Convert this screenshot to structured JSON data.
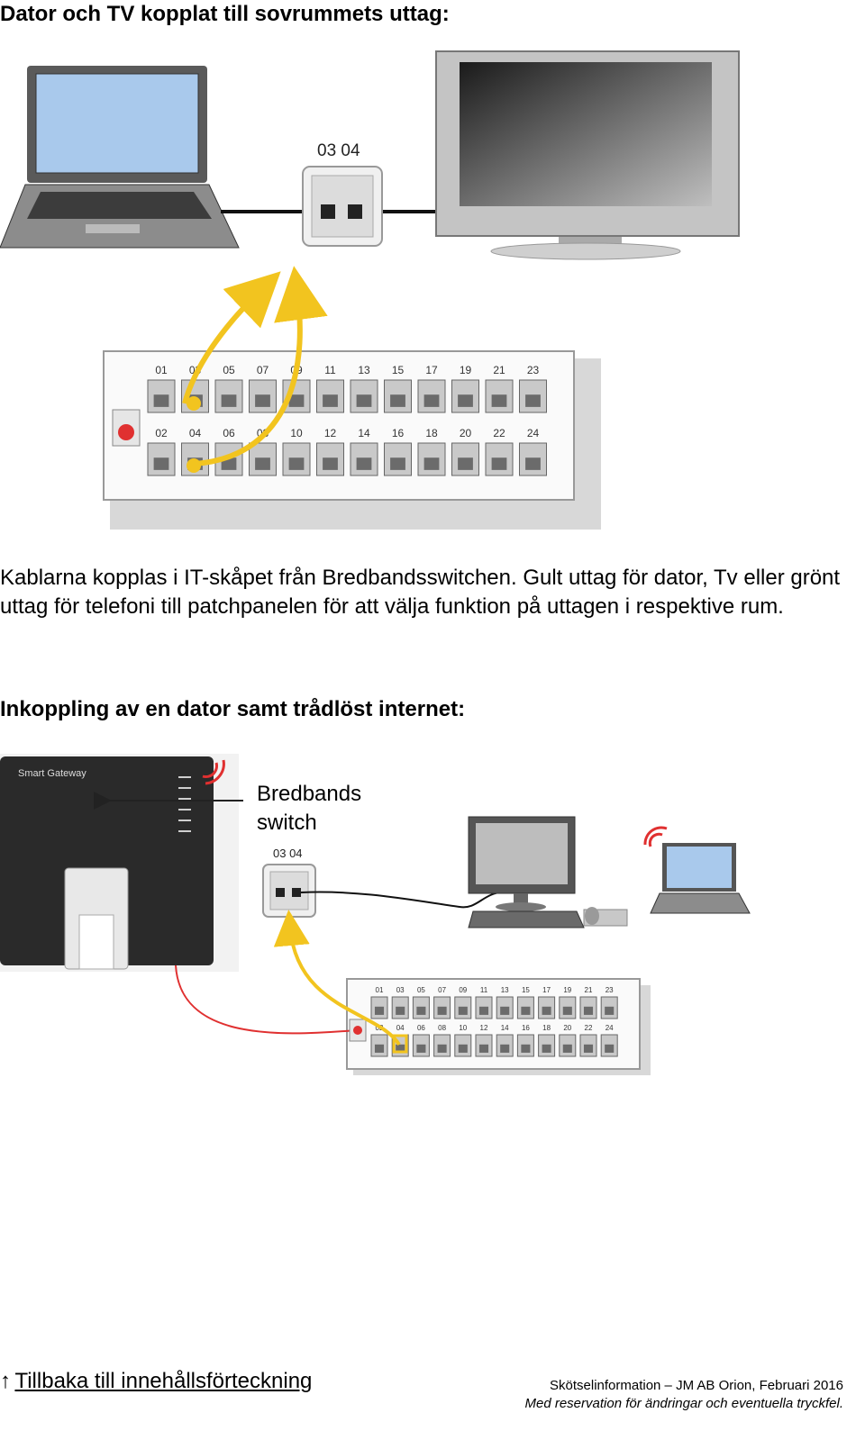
{
  "section1": {
    "heading": "Dator och TV kopplat till sovrummets uttag:",
    "outlet_numbers": "03 04",
    "panel_top_ports": [
      "01",
      "03",
      "05",
      "07",
      "09",
      "11",
      "13",
      "15",
      "17",
      "19",
      "21",
      "23"
    ],
    "panel_bottom_ports": [
      "02",
      "04",
      "06",
      "08",
      "10",
      "12",
      "14",
      "16",
      "18",
      "20",
      "22",
      "24"
    ]
  },
  "paragraph": "Kablarna kopplas i IT-skåpet från Bredbandsswitchen. Gult uttag för dator, Tv eller grönt uttag för telefoni till patchpanelen för att välja funktion på uttagen i respektive rum.",
  "section2": {
    "heading": "Inkoppling av en dator samt trådlöst internet:",
    "gateway_label": "Smart Gateway",
    "switch_label_line1": "Bredbands",
    "switch_label_line2": "switch",
    "outlet_numbers": "03 04",
    "panel_top_ports": [
      "01",
      "03",
      "05",
      "07",
      "09",
      "11",
      "13",
      "15",
      "17",
      "19",
      "21",
      "23"
    ],
    "panel_bottom_ports": [
      "02",
      "04",
      "06",
      "08",
      "10",
      "12",
      "14",
      "16",
      "18",
      "20",
      "22",
      "24"
    ]
  },
  "footer": {
    "back_icon": "arrow-up-icon",
    "back_link": "Tillbaka till innehållsförteckning",
    "info": "Skötselinformation –  JM AB Orion, Februari 2016",
    "disclaimer": "Med reservation för ändringar och eventuella tryckfel."
  },
  "colors": {
    "yellow_cable": "#f2c41f",
    "red_cable": "#e03030",
    "screen_blue": "#a9c9ec"
  }
}
